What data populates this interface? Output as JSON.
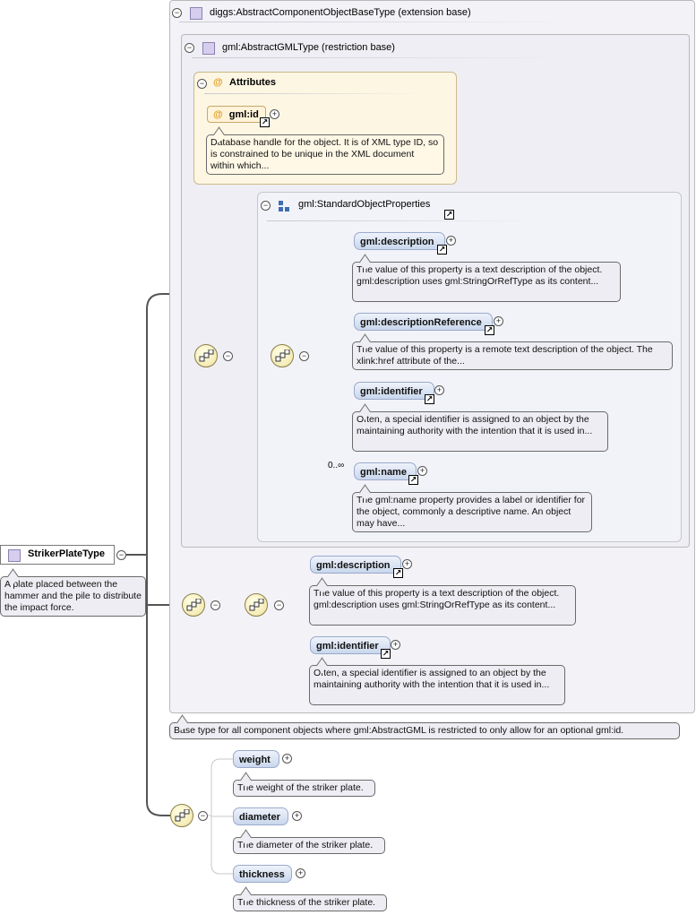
{
  "root": {
    "name": "StrikerPlateType",
    "doc": "A plate placed between the hammer and the pile to distribute the impact force."
  },
  "extension_base": {
    "header": "diggs:AbstractComponentObjectBaseType (extension base)",
    "doc": "Base type for all component objects where gml:AbstractGML is restricted to only allow for an optional gml:id."
  },
  "restriction_base": {
    "header": "gml:AbstractGMLType (restriction base)"
  },
  "attributes": {
    "header": "Attributes",
    "at_symbol": "@",
    "item": "gml:id",
    "doc": "Database handle for the object. It is of XML type ID, so is constrained to be unique in the XML document within which..."
  },
  "standard_object_properties": {
    "header": "gml:StandardObjectProperties",
    "cardinality": "0..∞",
    "elements": [
      {
        "name": "gml:description",
        "doc": "The value of this property is a text description of the object. gml:description uses gml:StringOrRefType as its content..."
      },
      {
        "name": "gml:descriptionReference",
        "doc": "The value of this property is a remote text description of the object. The xlink:href attribute of the..."
      },
      {
        "name": "gml:identifier",
        "doc": "Often, a special identifier is assigned to an object by the maintaining authority with the intention that it is used in..."
      },
      {
        "name": "gml:name",
        "doc": "The gml:name property provides a label or identifier for the object, commonly a descriptive name. An object may have..."
      }
    ]
  },
  "ext_sequence": {
    "elements": [
      {
        "name": "gml:description",
        "doc": "The value of this property is a text description of the object. gml:description uses gml:StringOrRefType as its content..."
      },
      {
        "name": "gml:identifier",
        "doc": "Often, a special identifier is assigned to an object by the maintaining authority with the intention that it is used in..."
      }
    ]
  },
  "own_sequence": {
    "elements": [
      {
        "name": "weight",
        "doc": "The weight of the striker plate."
      },
      {
        "name": "diameter",
        "doc": "The diameter of the striker plate."
      },
      {
        "name": "thickness",
        "doc": "The thickness of the striker plate."
      }
    ]
  },
  "symbols": {
    "collapse": "−",
    "expand": "+",
    "ref_arrow": "↗"
  },
  "colors": {
    "element_fill": "#c9d7ec",
    "type_icon": "#d6cdef",
    "compositor": "#f0e3a0",
    "attributes_bg": "#fdf6e3"
  }
}
